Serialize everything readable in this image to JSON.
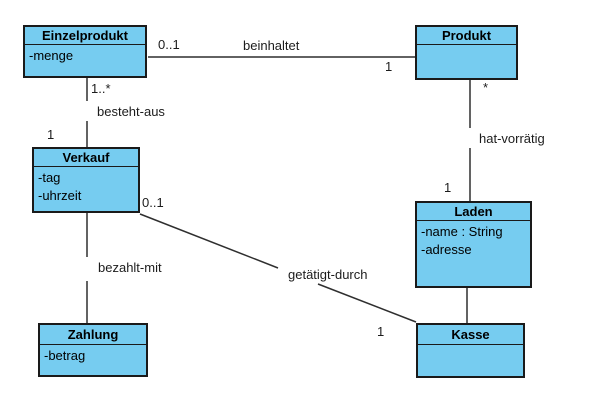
{
  "diagram": {
    "kind": "uml-class-diagram",
    "language": "de",
    "colors": {
      "class_fill": "#76CCF0",
      "border": "#1a1a1a",
      "line": "#2f2f2f",
      "background": "#ffffff"
    },
    "classes": [
      {
        "name": "Einzelprodukt",
        "attributes": [
          "-menge"
        ]
      },
      {
        "name": "Produkt",
        "attributes": []
      },
      {
        "name": "Verkauf",
        "attributes": [
          "-tag",
          "-uhrzeit"
        ]
      },
      {
        "name": "Laden",
        "attributes": [
          "-name : String",
          "-adresse"
        ]
      },
      {
        "name": "Zahlung",
        "attributes": [
          "-betrag"
        ]
      },
      {
        "name": "Kasse",
        "attributes": []
      }
    ],
    "associations": [
      {
        "name": "beinhaltet",
        "from": "Einzelprodukt",
        "to": "Produkt",
        "from_multiplicity": "0..1",
        "to_multiplicity": "1"
      },
      {
        "name": "besteht-aus",
        "from": "Einzelprodukt",
        "to": "Verkauf",
        "from_multiplicity": "1..*",
        "to_multiplicity": "1"
      },
      {
        "name": "hat-vorrätig",
        "from": "Produkt",
        "to": "Laden",
        "from_multiplicity": "*",
        "to_multiplicity": "1"
      },
      {
        "name": "bezahlt-mit",
        "from": "Verkauf",
        "to": "Zahlung",
        "from_multiplicity": "",
        "to_multiplicity": ""
      },
      {
        "name": "getätigt-durch",
        "from": "Verkauf",
        "to": "Kasse",
        "from_multiplicity": "0..1",
        "to_multiplicity": "1"
      },
      {
        "name": "",
        "from": "Laden",
        "to": "Kasse",
        "from_multiplicity": "",
        "to_multiplicity": ""
      }
    ]
  }
}
